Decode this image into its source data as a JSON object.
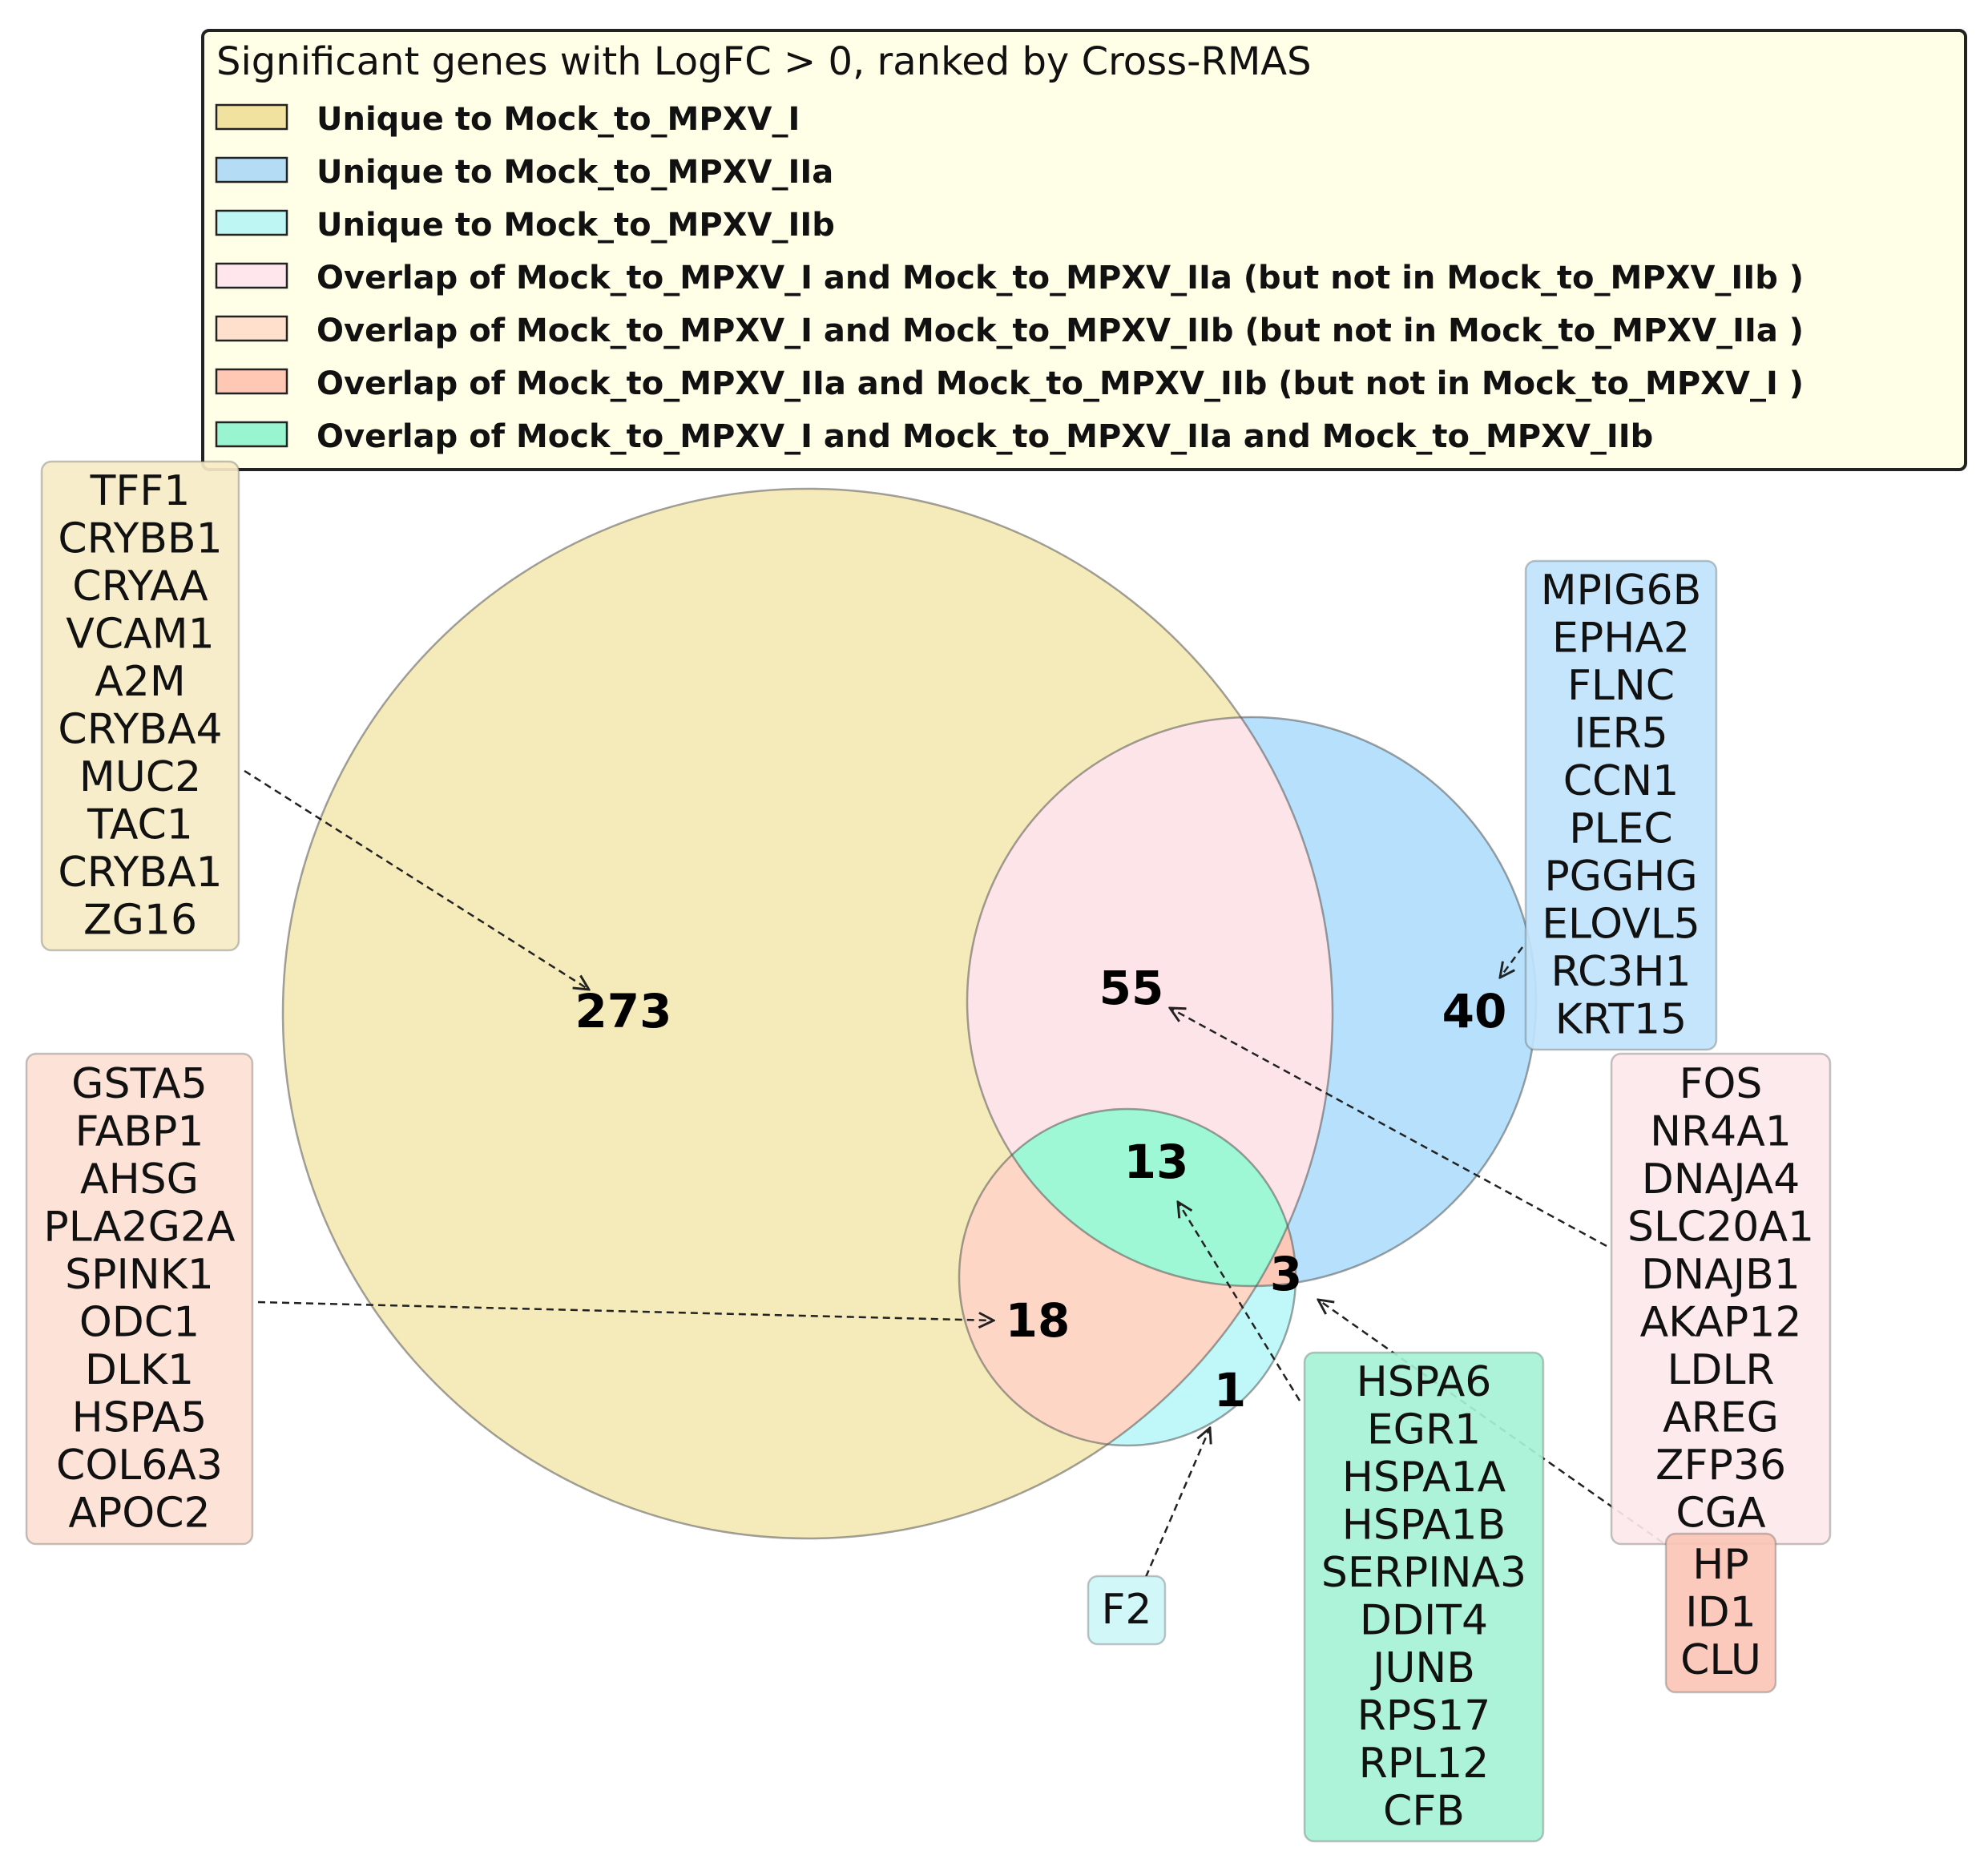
{
  "legend": {
    "title": "Significant genes with LogFC > 0, ranked by Cross-RMAS",
    "items": [
      {
        "key": "I",
        "label": "Unique to Mock_to_MPXV_I",
        "color": "#f2e2a0"
      },
      {
        "key": "IIa",
        "label": "Unique to Mock_to_MPXV_IIa",
        "color": "#b4dcf5"
      },
      {
        "key": "IIb",
        "label": "Unique to Mock_to_MPXV_IIb",
        "color": "#bdf6f2"
      },
      {
        "key": "I_IIa",
        "label": "Overlap of Mock_to_MPXV_I and Mock_to_MPXV_IIa (but not in Mock_to_MPXV_IIb )",
        "color": "#ffe6ec"
      },
      {
        "key": "I_IIb",
        "label": "Overlap of Mock_to_MPXV_I and Mock_to_MPXV_IIb (but not in Mock_to_MPXV_IIa )",
        "color": "#ffe0cc"
      },
      {
        "key": "IIa_IIb",
        "label": "Overlap of Mock_to_MPXV_IIa and Mock_to_MPXV_IIb (but not in Mock_to_MPXV_I )",
        "color": "#ffc8b4"
      },
      {
        "key": "all",
        "label": "Overlap of Mock_to_MPXV_I and Mock_to_MPXV_IIa and Mock_to_MPXV_IIb",
        "color": "#99f5cf"
      }
    ]
  },
  "chart_data": {
    "type": "venn",
    "sets": [
      "Mock_to_MPXV_I",
      "Mock_to_MPXV_IIa",
      "Mock_to_MPXV_IIb"
    ],
    "set_colors": {
      "I": "#f2e2a0",
      "IIa": "#b4dcf5",
      "IIb": "#bdf6f2"
    },
    "regions": [
      {
        "key": "I",
        "count": "273",
        "fill": "#f5eab9",
        "box_fill": "#f7ebc6",
        "genes": [
          "TFF1",
          "CRYBB1",
          "CRYAA",
          "VCAM1",
          "A2M",
          "CRYBA4",
          "MUC2",
          "TAC1",
          "CRYBA1",
          "ZG16"
        ]
      },
      {
        "key": "IIa",
        "count": "40",
        "fill": "#b6e0fb",
        "box_fill": "#bfe3fb",
        "genes": [
          "MPIG6B",
          "EPHA2",
          "FLNC",
          "IER5",
          "CCN1",
          "PLEC",
          "PGGHG",
          "ELOVL5",
          "RC3H1",
          "KRT15"
        ]
      },
      {
        "key": "IIb",
        "count": "1",
        "fill": "#c0f8fa",
        "box_fill": "#cdf6f8",
        "genes": [
          "F2"
        ]
      },
      {
        "key": "I_IIa",
        "count": "55",
        "fill": "#fde4e8",
        "box_fill": "#fde8ec",
        "genes": [
          "FOS",
          "NR4A1",
          "DNAJA4",
          "SLC20A1",
          "DNAJB1",
          "AKAP12",
          "LDLR",
          "AREG",
          "ZFP36",
          "CGA"
        ]
      },
      {
        "key": "I_IIb",
        "count": "18",
        "fill": "#fed6c6",
        "box_fill": "#fde0d4",
        "genes": [
          "GSTA5",
          "FABP1",
          "AHSG",
          "PLA2G2A",
          "SPINK1",
          "ODC1",
          "DLK1",
          "HSPA5",
          "COL6A3",
          "APOC2"
        ]
      },
      {
        "key": "IIa_IIb",
        "count": "3",
        "fill": "#fcc8b8",
        "box_fill": "#fbc6b6",
        "genes": [
          "HP",
          "ID1",
          "CLU"
        ]
      },
      {
        "key": "all",
        "count": "13",
        "fill": "#9ef8d6",
        "box_fill": "#a6f2d6",
        "genes": [
          "HSPA6",
          "EGR1",
          "HSPA1A",
          "HSPA1B",
          "SERPINA3",
          "DDIT4",
          "JUNB",
          "RPS17",
          "RPL12",
          "CFB"
        ]
      }
    ]
  }
}
